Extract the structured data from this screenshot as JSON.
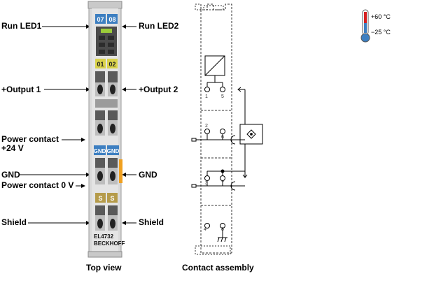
{
  "left_labels": {
    "run_led1": "Run LED1",
    "output1": "+Output 1",
    "power_contact_24v_line1": "Power contact",
    "power_contact_24v_line2": "+24 V",
    "gnd_left": "GND",
    "power_contact_0v": "Power contact 0 V",
    "shield_left": "Shield"
  },
  "right_labels": {
    "run_led2": "Run LED2",
    "output2": "+Output 2",
    "gnd_right": "GND",
    "shield_right": "Shield"
  },
  "module": {
    "led_labels": [
      "07",
      "08"
    ],
    "output_labels": [
      "01",
      "02"
    ],
    "gnd_labels": [
      "GND",
      "GND"
    ],
    "shield_labels": [
      "S",
      "S"
    ],
    "model": "EL4732",
    "brand": "BECKHOFF",
    "colors": {
      "body": "#d9d9d9",
      "blue_tab": "#3d7fc1",
      "yellow_tab": "#d9d24a",
      "shield_tab": "#b59b4a",
      "orange_contact": "#f0a020"
    }
  },
  "contact_terminals": {
    "top_left": "1",
    "top_right": "5",
    "mid_left": "2",
    "mid_right": "6",
    "low_left": "3",
    "low_right": "7",
    "bot_left": "4",
    "bot_right": "8"
  },
  "temperature": {
    "max": "+60 °C",
    "min": "−25 °C",
    "icon": "thermometer-icon"
  },
  "captions": {
    "top_view": "Top view",
    "contact_assembly": "Contact assembly"
  }
}
